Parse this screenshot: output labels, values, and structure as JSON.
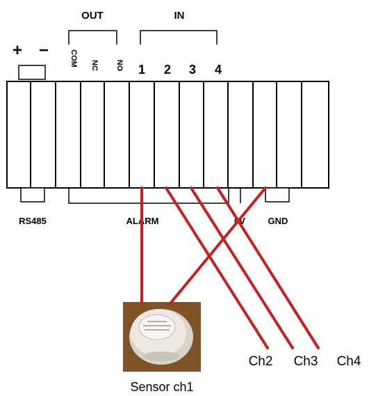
{
  "header_labels": {
    "out": "OUT",
    "in": "IN",
    "plus": "+",
    "minus": "−"
  },
  "terminal_labels": {
    "com": "COM",
    "nc": "NC",
    "no": "NO",
    "in_1": "1",
    "in_2": "2",
    "in_3": "3",
    "in_4": "4"
  },
  "bottom_labels": {
    "rs485": "RS485",
    "alarm": "ALARM",
    "zero_v": "0V",
    "gnd": "GND"
  },
  "captions": {
    "sensor": "Sensor ch1",
    "ch2": "Ch2",
    "ch3": "Ch3",
    "ch4": "Ch4"
  },
  "colors": {
    "wire": "#c81e1e",
    "outline": "#000000",
    "block_fill": "#ffffff",
    "sensor_bg": "#8a5a2b",
    "sensor_body": "#e9e6de"
  },
  "icons": {
    "sensor": "smoke-detector-icon"
  }
}
